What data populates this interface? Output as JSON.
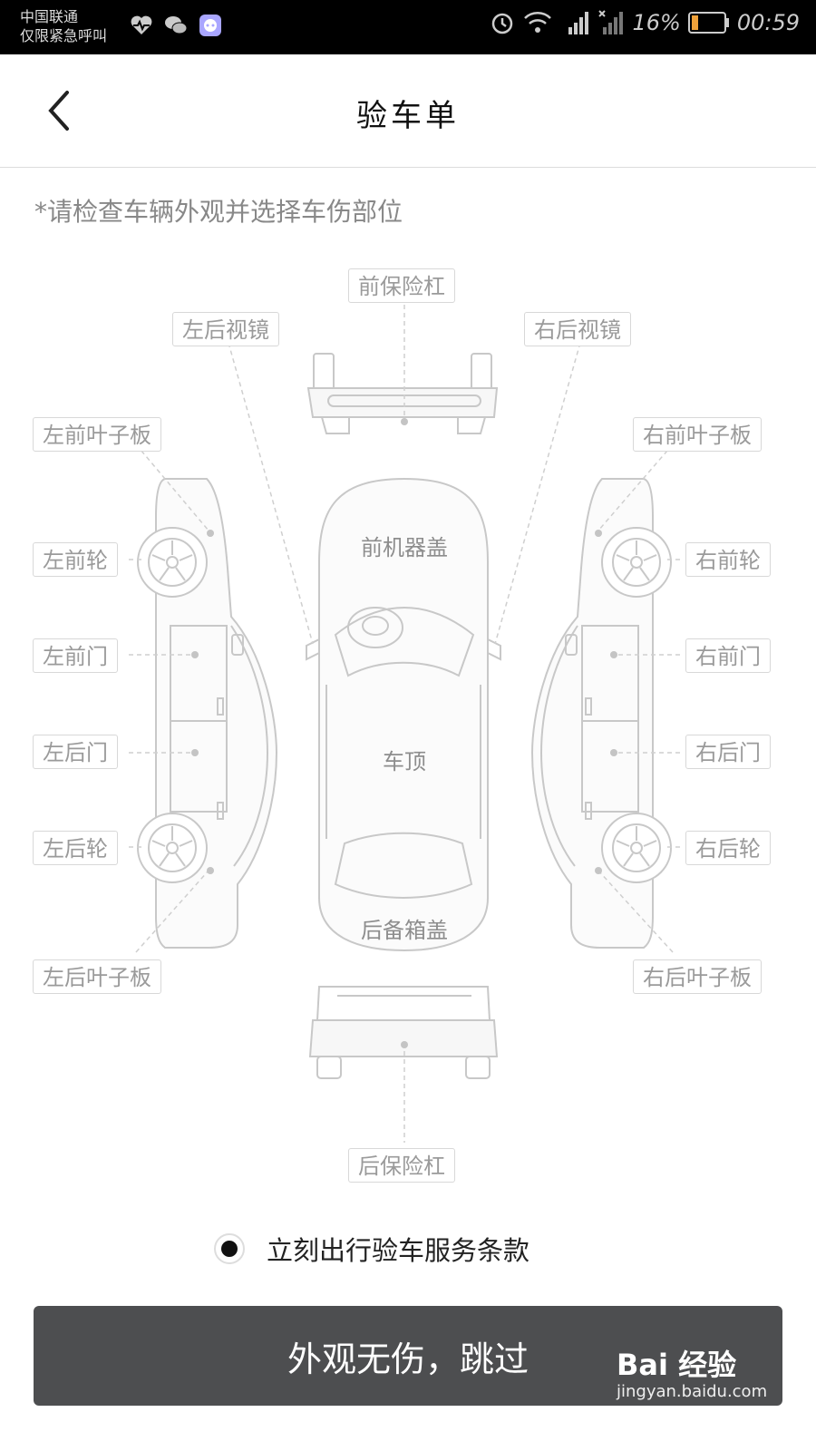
{
  "status_bar": {
    "carrier_line1": "中国联通",
    "carrier_line2": "仅限紧急呼叫",
    "battery_percent": "16%",
    "time": "00:59",
    "icons": [
      "health-icon",
      "wechat-icon",
      "messenger-icon",
      "alarm-icon",
      "wifi-icon",
      "signal-2g-icon",
      "signal-no-sim-icon",
      "battery-icon"
    ]
  },
  "nav": {
    "title": "验车单",
    "back_icon": "chevron-left-icon"
  },
  "instruction": "*请检查车辆外观并选择车伤部位",
  "parts": {
    "front_bumper": "前保险杠",
    "left_mirror": "左后视镜",
    "right_mirror": "右后视镜",
    "left_front_fender": "左前叶子板",
    "right_front_fender": "右前叶子板",
    "left_front_wheel": "左前轮",
    "right_front_wheel": "右前轮",
    "left_front_door": "左前门",
    "right_front_door": "右前门",
    "left_rear_door": "左后门",
    "right_rear_door": "右后门",
    "left_rear_wheel": "左后轮",
    "right_rear_wheel": "右后轮",
    "left_rear_fender": "左后叶子板",
    "right_rear_fender": "右后叶子板",
    "rear_bumper": "后保险杠",
    "hood": "前机器盖",
    "roof": "车顶",
    "trunk": "后备箱盖"
  },
  "terms": {
    "checked": true,
    "label": "立刻出行验车服务条款"
  },
  "skip_button": "外观无伤，跳过",
  "watermark": {
    "logo": "Bai 经验",
    "url": "jingyan.baidu.com"
  },
  "colors": {
    "button_bg": "#4d4e50",
    "outline": "#c8c8c8",
    "label_text": "#9a9a9a"
  }
}
